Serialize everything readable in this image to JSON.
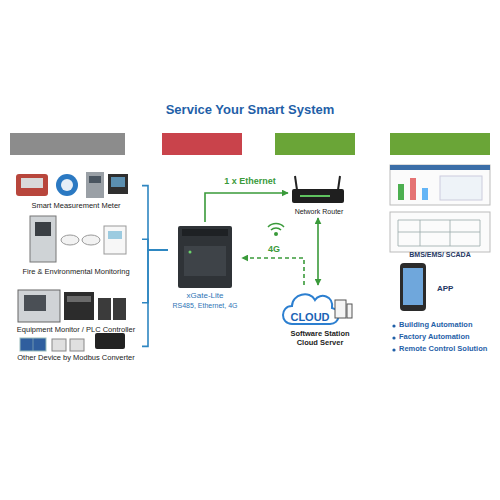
{
  "diagram": {
    "title": "Service Your Smart System",
    "nodes": [
      {
        "text": [
          "Smart Measurement Meter"
        ]
      },
      {
        "text": [
          "Fire & Environmental Monitoring"
        ]
      },
      {
        "text": [
          "Equipment Monitor / PLC Controller"
        ]
      },
      {
        "text": [
          "Other Device by Modbus Converter"
        ]
      },
      {
        "text": [
          "xGate-Lite",
          "RS485, Ethernet, 4G"
        ]
      },
      {
        "text": [
          "Network Router"
        ]
      },
      {
        "text": [
          "CLOUD",
          "Software Station Cloud Server"
        ]
      },
      {
        "text": [
          "BMS/EMS/ SCADA"
        ]
      },
      {
        "text": [
          "APP"
        ]
      }
    ],
    "edges": [
      {
        "from": 0,
        "to": 4,
        "arrow": "none"
      },
      {
        "from": 1,
        "to": 4,
        "arrow": "none"
      },
      {
        "from": 2,
        "to": 4,
        "arrow": "none"
      },
      {
        "from": 3,
        "to": 4,
        "arrow": "none"
      },
      {
        "from": 4,
        "to": 5,
        "label": "1 x Ethernet",
        "arrow": "to"
      },
      {
        "from": 5,
        "to": 6,
        "arrow": "both"
      },
      {
        "from": 6,
        "to": 4,
        "label": "4G",
        "arrow": "to"
      }
    ],
    "labels": [
      "Building Automation",
      "Factory Automation",
      "Remote Control Solution"
    ]
  }
}
